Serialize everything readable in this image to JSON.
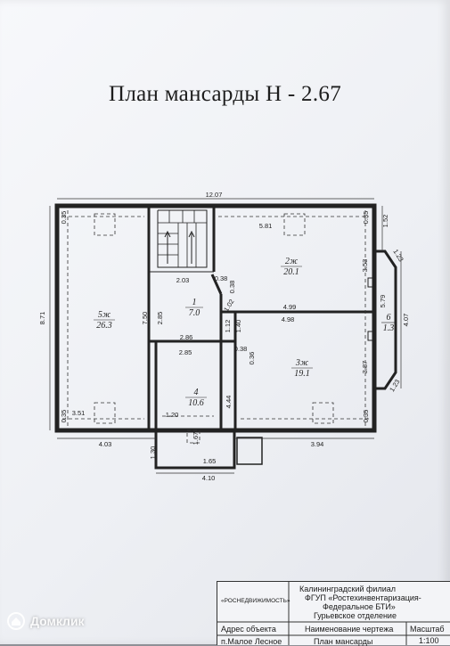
{
  "title": "План мансарды  Н - 2.67",
  "rooms": [
    {
      "num": "1",
      "area": "7.0"
    },
    {
      "num": "2ж",
      "area": "20.1"
    },
    {
      "num": "3ж",
      "area": "19.1"
    },
    {
      "num": "4",
      "area": "10.6"
    },
    {
      "num": "5ж",
      "area": "26.3"
    },
    {
      "num": "6",
      "area": "1.3"
    }
  ],
  "dims": {
    "total_width": "12.07",
    "total_height": "8.71",
    "d_035": "0.35",
    "d_152": "1.52",
    "d_581": "5.81",
    "d_123": "1.23",
    "d_353": "3.53",
    "d_203": "2.03",
    "d_038": "0.38",
    "d_579": "5.79",
    "d_750": "7.50",
    "d_285": "2.85",
    "d_102": "1.02",
    "d_499": "4.99",
    "d_407": "4.07",
    "d_498": "4.98",
    "d_140": "1.40",
    "d_112": "1.12",
    "d_286": "2.86",
    "d_036": "0.36",
    "d_387": "3.87",
    "d_444": "4.44",
    "d_351": "3.51",
    "d_120": "1.20",
    "d_167": "1.67",
    "d_403": "4.03",
    "d_394": "3.94",
    "d_130": "1.30",
    "d_165": "1.65",
    "d_410": "4.10"
  },
  "stamp": {
    "agency": "«РОСНЕДВИЖИМОСТЬ»",
    "org_line1": "Калининградский филиал",
    "org_line2": "ФГУП «Ростехинвентаризация-",
    "org_line3": "Федеральное БТИ»",
    "org_line4": "Гурьевское   отделение",
    "address_header": "Адрес объекта",
    "drawing_header": "Наименование чертежа",
    "scale_header": "Масштаб",
    "address_value": "п.Малое Лесное",
    "drawing_value": "План мансарды",
    "scale_value": "1:100"
  },
  "watermark": {
    "label": "Домклик",
    "icon": "domclick-logo-icon"
  }
}
